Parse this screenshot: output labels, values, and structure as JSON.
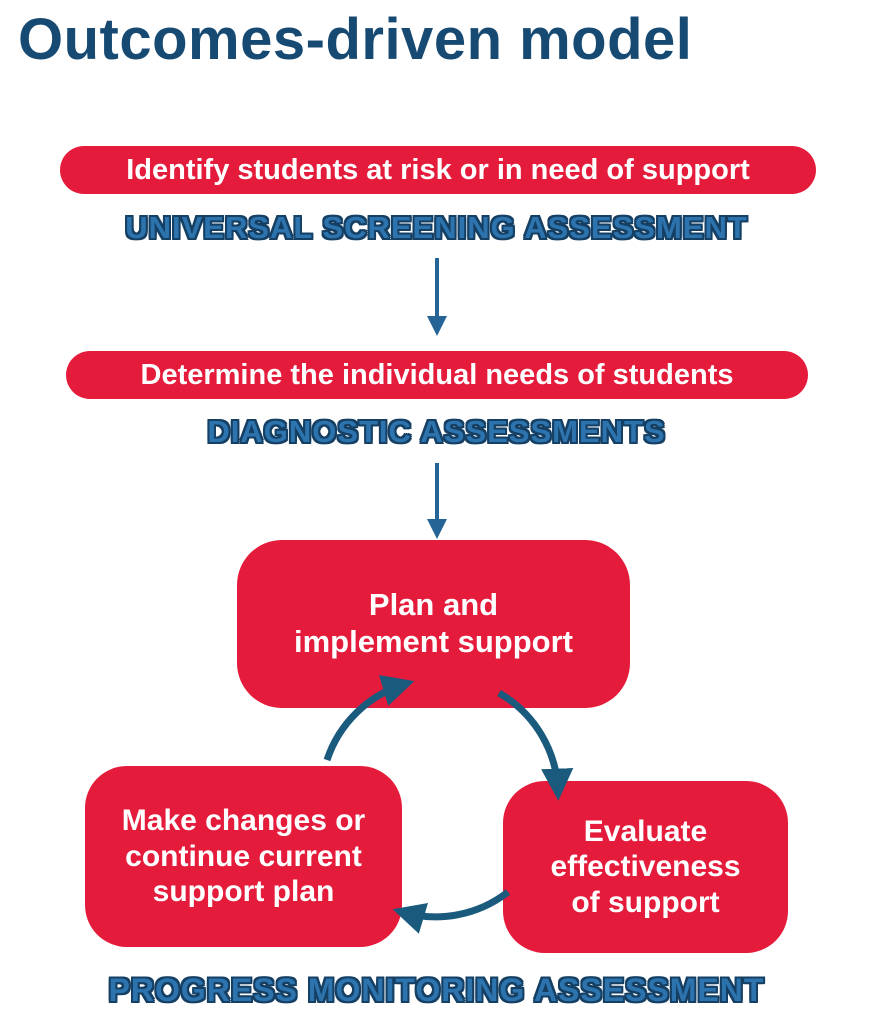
{
  "title": "Outcomes-driven model",
  "flow": {
    "step1": {
      "banner": "Identify students at risk or in need of support",
      "assessment": "UNIVERSAL SCREENING ASSESSMENT"
    },
    "step2": {
      "banner": "Determine the individual needs of students",
      "assessment": "DIAGNOSTIC ASSESSMENTS"
    }
  },
  "cycle": {
    "plan": "Plan and\nimplement support",
    "evaluate": "Evaluate\neffectiveness\nof support",
    "adjust": "Make changes or\ncontinue current\nsupport plan",
    "assessment": "PROGRESS MONITORING ASSESSMENT"
  },
  "colors": {
    "banner_red": "#E41B3B",
    "title_navy": "#174A73",
    "label_blue_fill": "#2D74AE",
    "label_blue_outline": "#153F63",
    "arrow_blue": "#266496",
    "cycle_arrow_blue": "#1A5A7D"
  }
}
